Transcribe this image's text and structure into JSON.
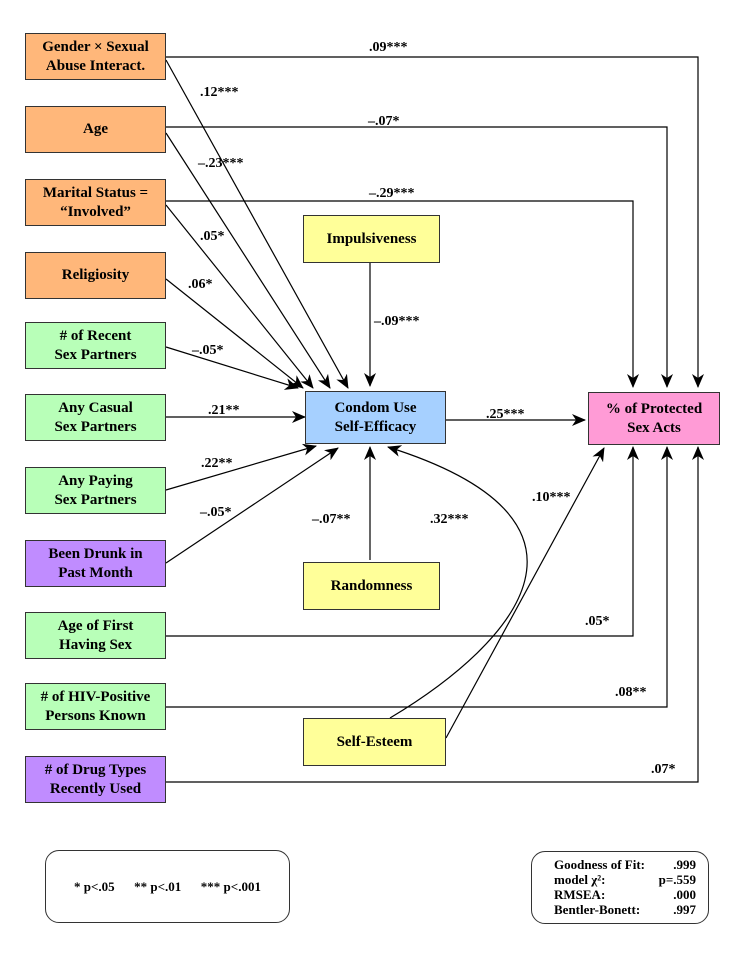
{
  "nodes": {
    "gender_abuse": "Gender × Sexual\nAbuse Interact.",
    "age": "Age",
    "marital": "Marital Status =\n“Involved”",
    "religiosity": "Religiosity",
    "recent_partners": "# of Recent\nSex Partners",
    "casual_partners": "Any Casual\nSex Partners",
    "paying_partners": "Any Paying\nSex Partners",
    "drunk": "Been Drunk in\nPast Month",
    "first_sex_age": "Age of First\nHaving Sex",
    "hiv_known": "# of HIV-Positive\nPersons Known",
    "drug_types": "# of Drug Types\nRecently Used",
    "impulsiveness": "Impulsiveness",
    "randomness": "Randomness",
    "self_esteem": "Self-Esteem",
    "self_efficacy": "Condom Use\nSelf-Efficacy",
    "protected": "% of Protected\nSex Acts"
  },
  "coefficients": {
    "gender_to_protected": ".09***",
    "gender_to_efficacy": ".12***",
    "age_to_protected": "–.07*",
    "age_to_efficacy": "–.23***",
    "marital_to_protected": "–.29***",
    "marital_to_efficacy": ".05*",
    "religiosity_to_efficacy": ".06*",
    "recent_to_efficacy": "–.05*",
    "casual_to_efficacy": ".21**",
    "paying_to_efficacy": ".22**",
    "drunk_to_efficacy": "–.05*",
    "impulsiveness_to_efficacy": "–.09***",
    "randomness_to_efficacy": "–.07**",
    "selfesteem_to_efficacy": ".32***",
    "selfesteem_to_protected": ".10***",
    "efficacy_to_protected": ".25***",
    "firstsex_to_protected": ".05*",
    "hiv_to_protected": ".08**",
    "drug_to_protected": ".07*"
  },
  "legend": {
    "text": "* p<.05      ** p<.01      *** p<.001"
  },
  "fit": {
    "gof_label": "Goodness of Fit:",
    "gof_value": ".999",
    "chi_label": "model χ²:",
    "chi_value": "p=.559",
    "rmsea_label": "RMSEA:",
    "rmsea_value": ".000",
    "bb_label": "Bentler-Bonett:",
    "bb_value": ".997"
  },
  "colors": {
    "orange": "#ffb77a",
    "green": "#b8ffb8",
    "purple": "#c08cff",
    "yellow": "#ffff99",
    "blue": "#a6d0ff",
    "pink": "#ff9bd6"
  }
}
